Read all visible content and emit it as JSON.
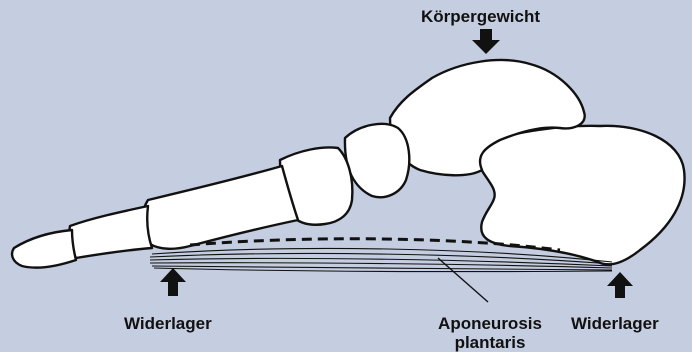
{
  "labels": {
    "body_weight": "Körpergewicht",
    "support_left": "Widerlager",
    "support_right": "Widerlager",
    "aponeurosis_line1": "Aponeurosis",
    "aponeurosis_line2": "plantaris"
  },
  "colors": {
    "background": "#c5cde0",
    "bone_fill": "#ffffff",
    "ink": "#111111"
  },
  "icons": [
    "arrow-down-icon",
    "arrow-up-icon",
    "arrow-up-icon"
  ]
}
